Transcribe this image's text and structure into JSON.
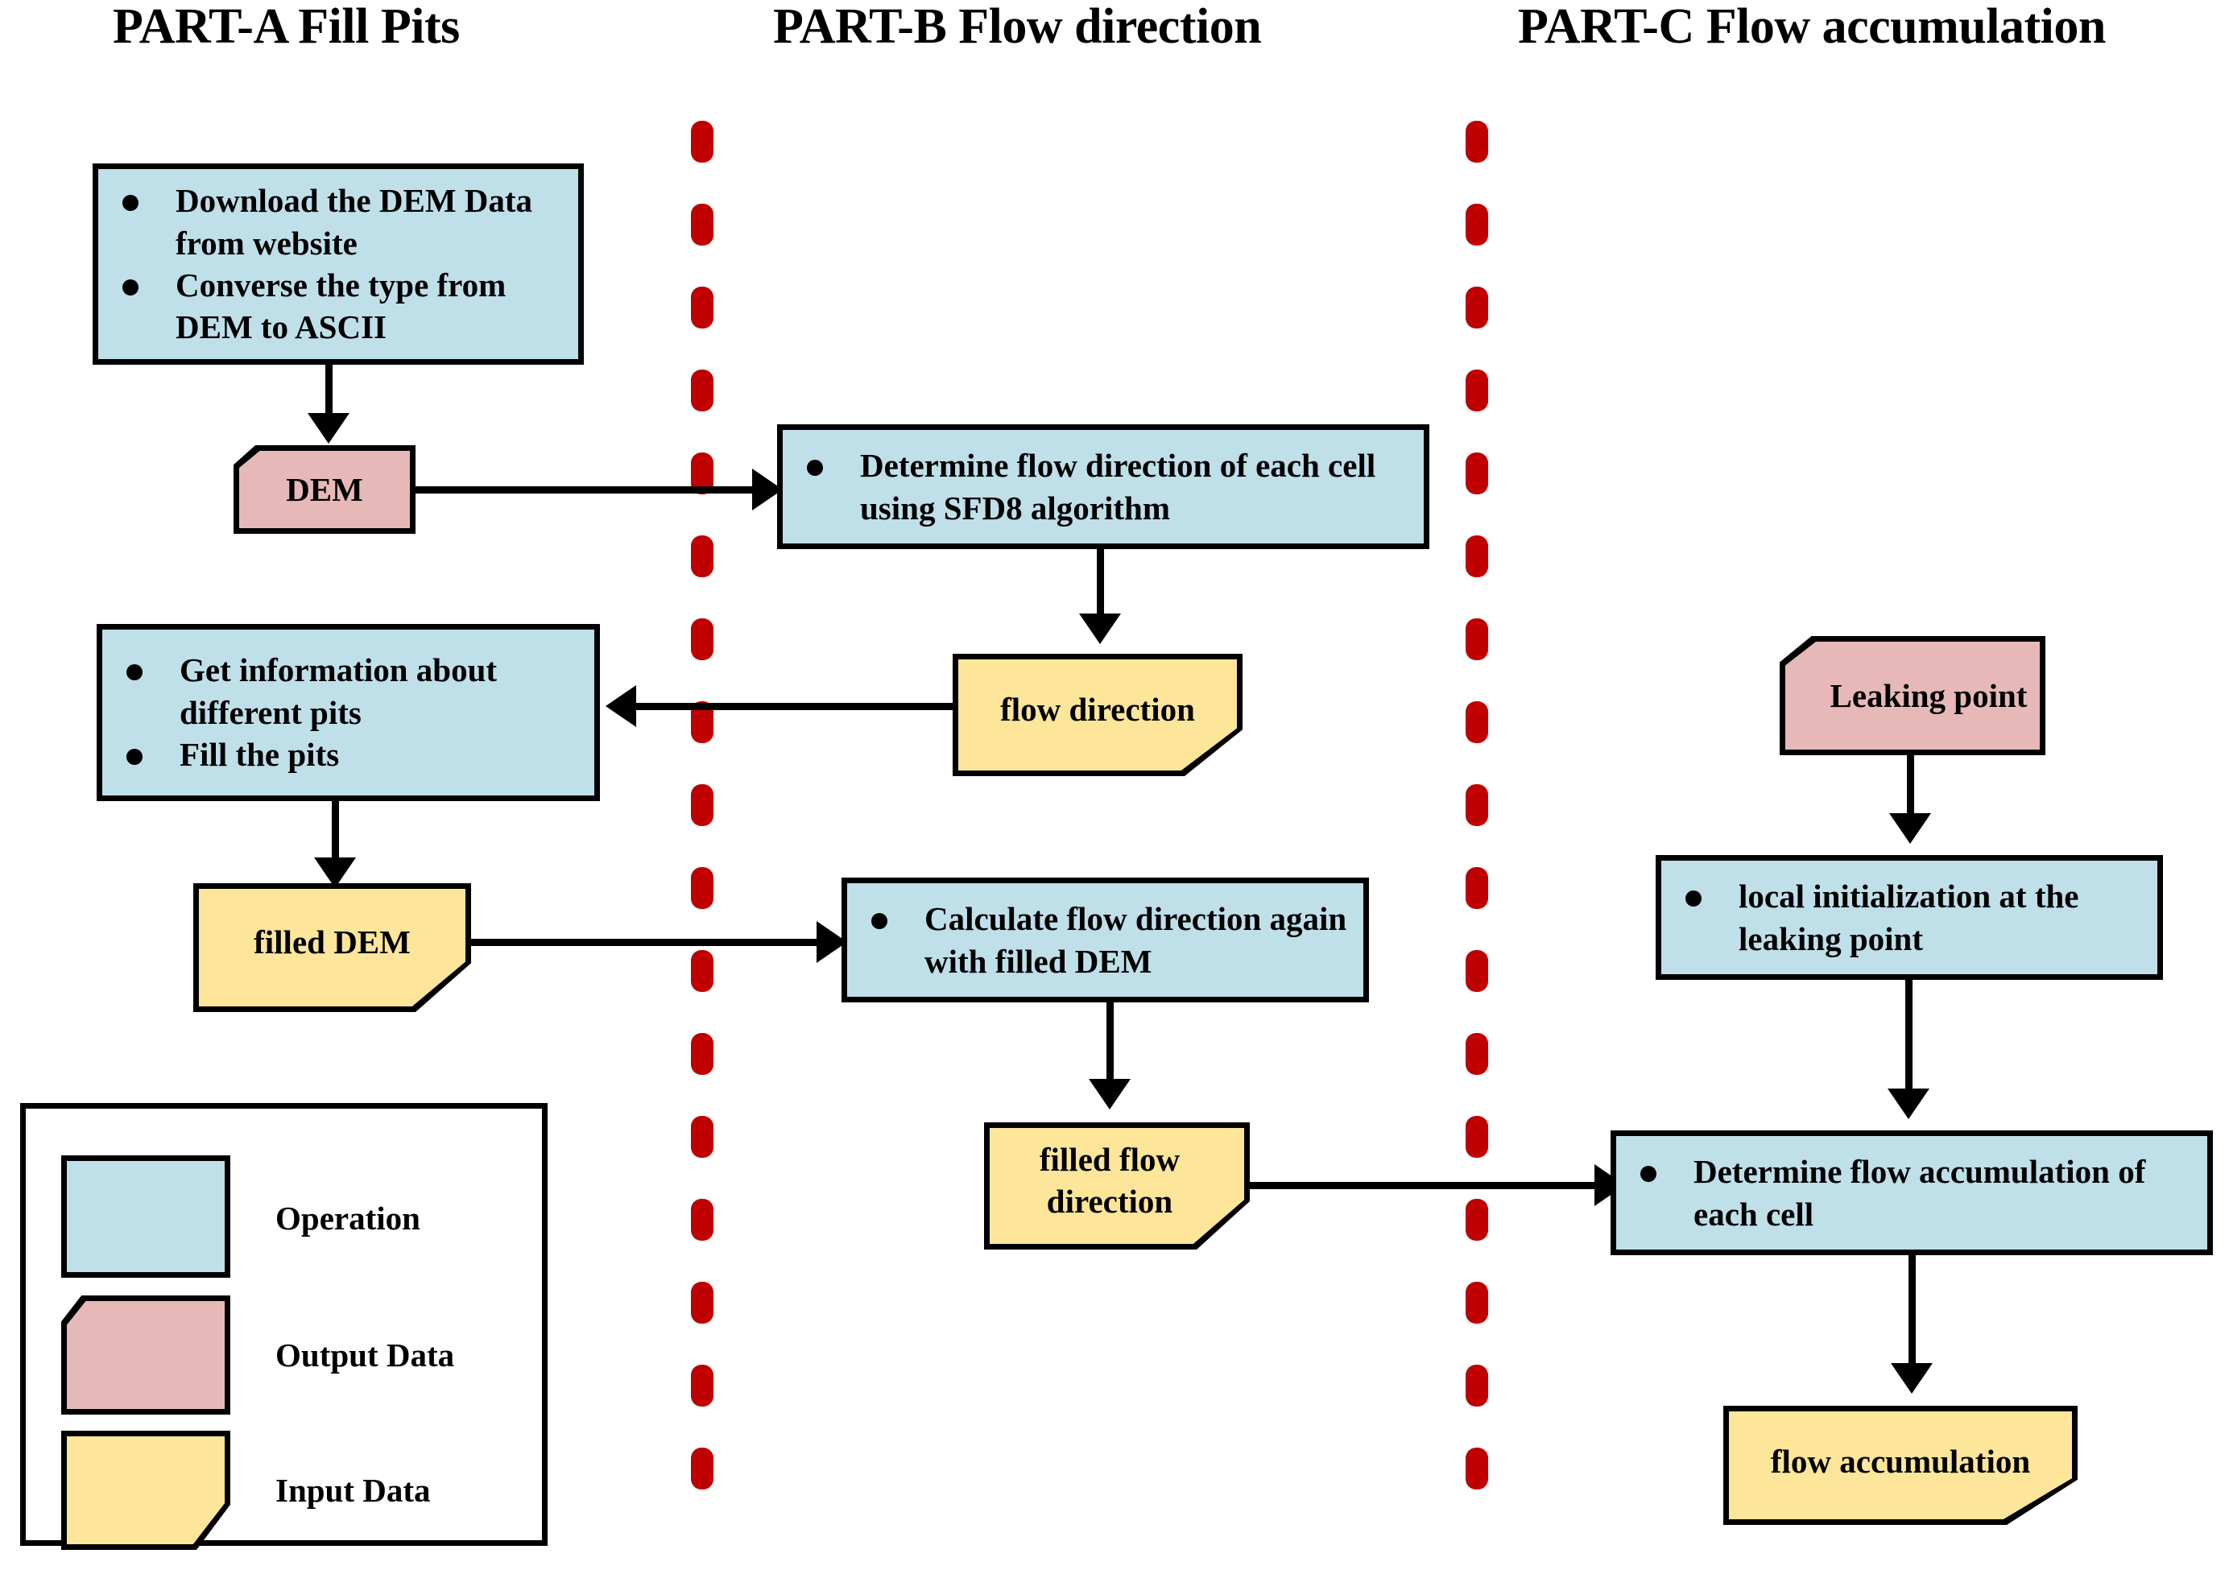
{
  "columns": [
    {
      "title": "PART-A Fill Pits"
    },
    {
      "title": "PART-B Flow direction"
    },
    {
      "title": "PART-C Flow accumulation"
    }
  ],
  "nodes": {
    "a_download": {
      "kind": "operation",
      "bullets": [
        "Download the DEM Data from website",
        "Converse the type from DEM to ASCII"
      ]
    },
    "a_dem": {
      "kind": "output-data",
      "label": "DEM"
    },
    "a_pits": {
      "kind": "operation",
      "bullets": [
        "Get information about different pits",
        "Fill the pits"
      ]
    },
    "a_filled_dem": {
      "kind": "input-data",
      "label": "filled DEM"
    },
    "b_determine": {
      "kind": "operation",
      "bullets": [
        "Determine flow direction of each cell using SFD8 algorithm"
      ]
    },
    "b_flow_direction": {
      "kind": "input-data",
      "label": "flow direction"
    },
    "b_calculate": {
      "kind": "operation",
      "bullets": [
        "Calculate flow direction again with filled DEM"
      ]
    },
    "b_filled_flow_direction": {
      "kind": "input-data",
      "label": "filled flow direction"
    },
    "c_leaking_point": {
      "kind": "output-data",
      "label": "Leaking point"
    },
    "c_local_init": {
      "kind": "operation",
      "bullets": [
        "local initialization at the leaking point"
      ]
    },
    "c_determine_accum": {
      "kind": "operation",
      "bullets": [
        "Determine flow accumulation of each cell"
      ]
    },
    "c_flow_accumulation": {
      "kind": "input-data",
      "label": "flow accumulation"
    }
  },
  "legend": {
    "items": [
      {
        "label": "Operation",
        "kind": "operation"
      },
      {
        "label": "Output Data",
        "kind": "output-data"
      },
      {
        "label": "Input Data",
        "kind": "input-data"
      }
    ]
  },
  "colors": {
    "operation": "#bfdfe9",
    "output_data": "#e6b9b8",
    "input_data": "#fde59a",
    "divider": "#c00000",
    "stroke": "#000000",
    "background": "#ffffff"
  }
}
